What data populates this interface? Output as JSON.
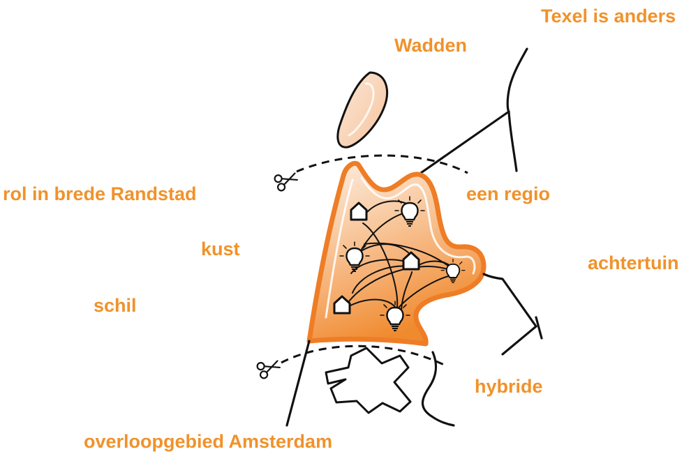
{
  "labels": {
    "texel": "Texel is anders",
    "wadden": "Wadden",
    "randstad": "rol in brede Randstad",
    "een_regio": "een regio",
    "kust": "kust",
    "achtertuin": "achtertuin",
    "schil": "schil",
    "hybride": "hybride",
    "amsterdam": "overloopgebied Amsterdam"
  },
  "colors": {
    "accent": "#f0922b",
    "outline": "#ee7d26",
    "fill_light": "#fbe3cf",
    "fill_mid": "#f7bf90",
    "fill_dark": "#f2994a",
    "ink": "#111111"
  },
  "icons": [
    "house-icon",
    "lightbulb-icon",
    "scissors-icon"
  ]
}
